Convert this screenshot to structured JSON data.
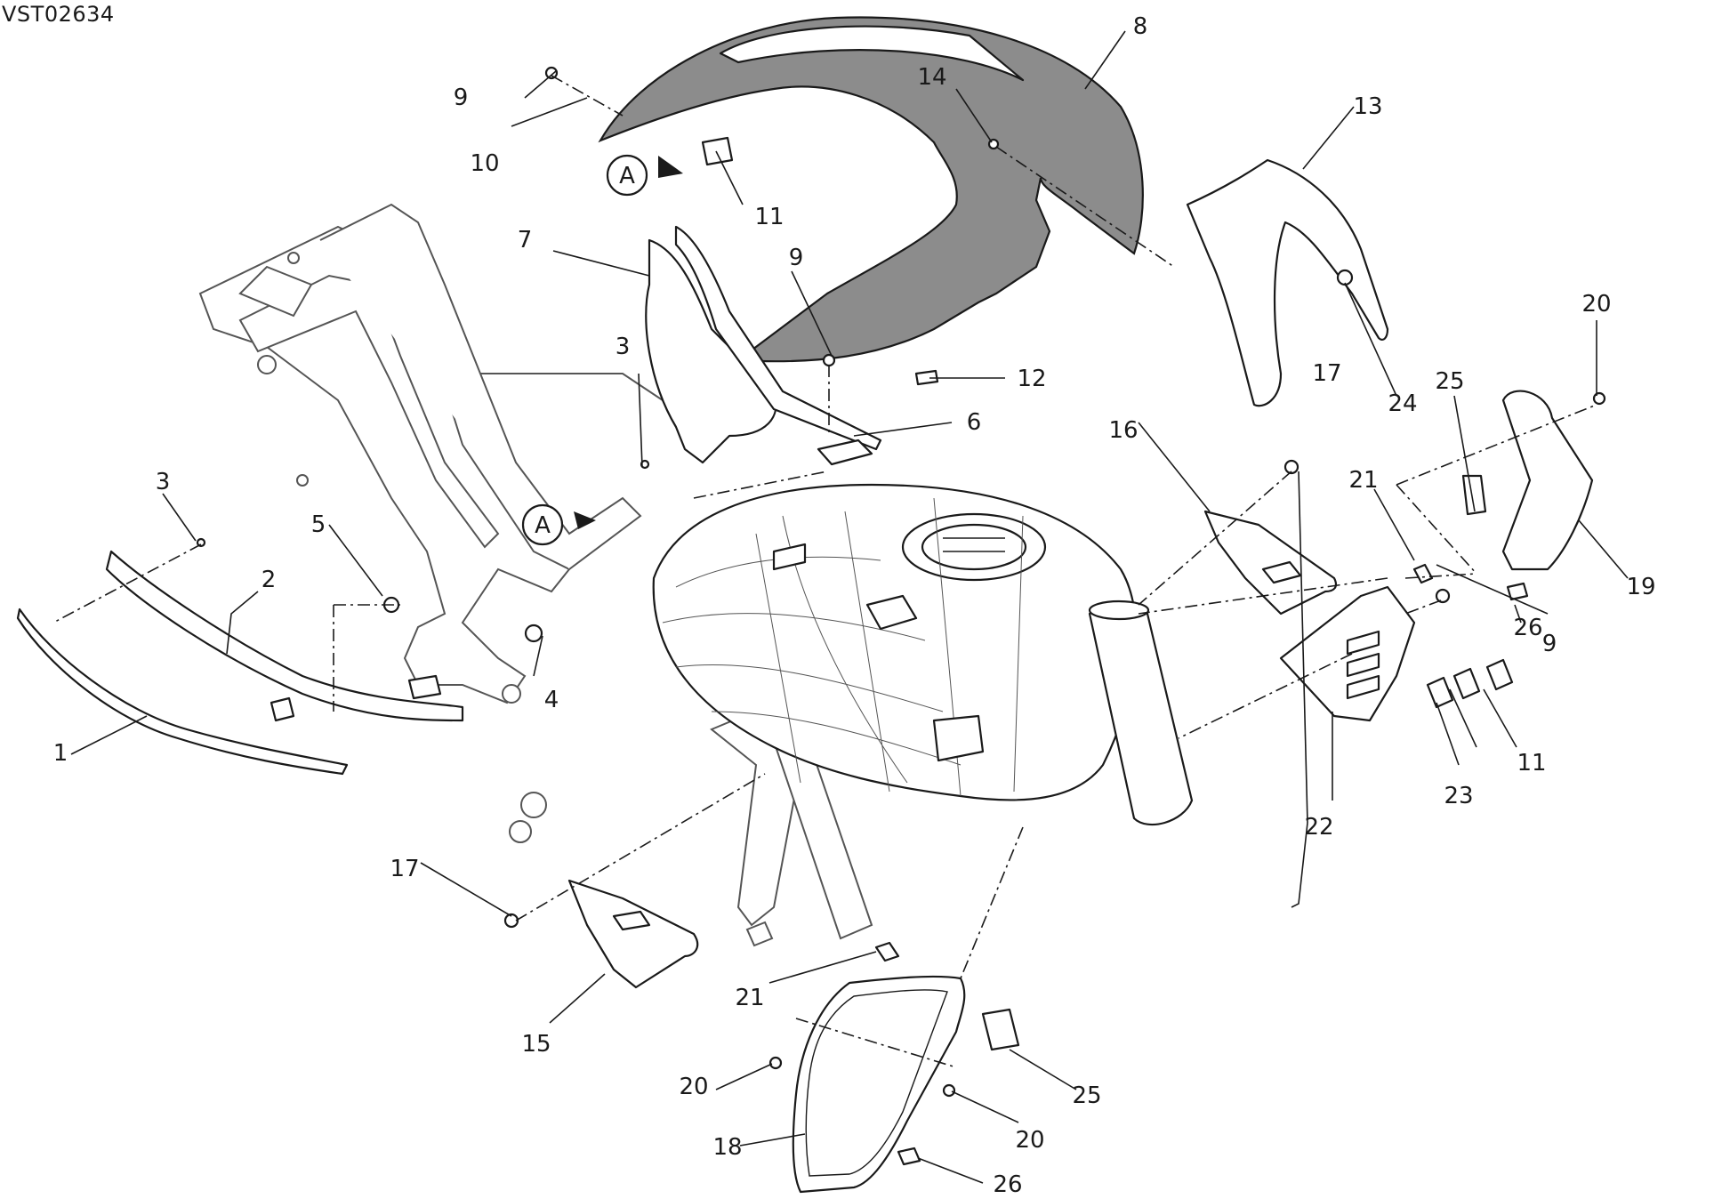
{
  "document_code": "VST02634",
  "view_marker": "A",
  "callouts": [
    "1",
    "2",
    "3",
    "3",
    "4",
    "5",
    "6",
    "7",
    "8",
    "9",
    "9",
    "9",
    "10",
    "11",
    "11",
    "12",
    "13",
    "14",
    "15",
    "16",
    "17",
    "17",
    "18",
    "19",
    "20",
    "20",
    "20",
    "21",
    "21",
    "22",
    "23",
    "24",
    "25",
    "25",
    "26",
    "26"
  ]
}
